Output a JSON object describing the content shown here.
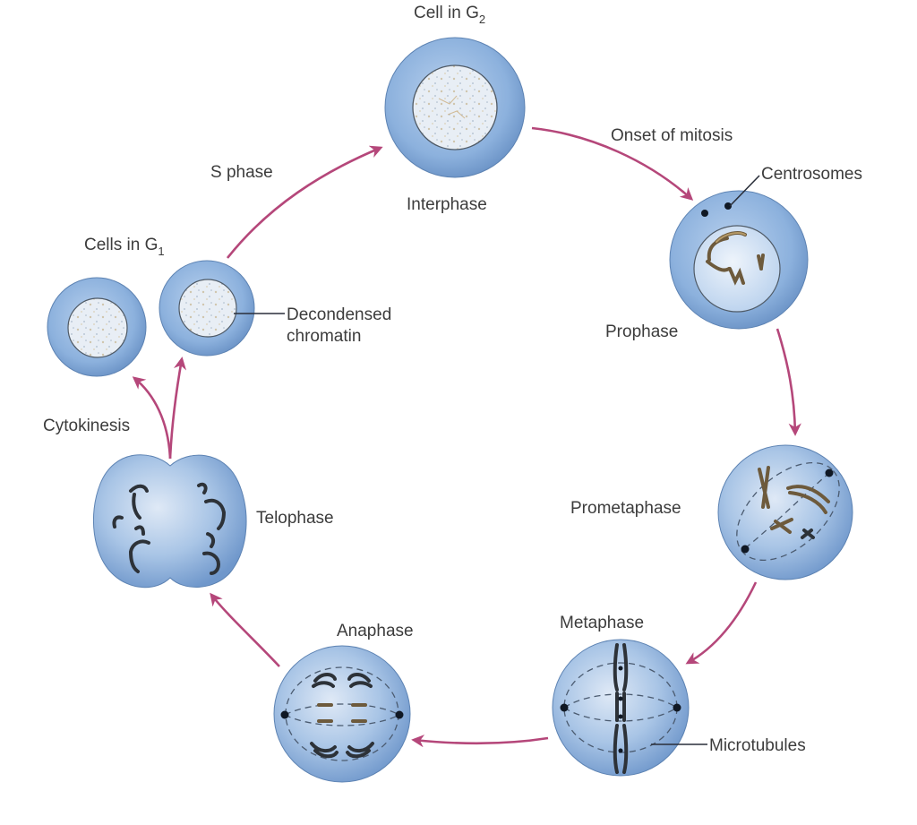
{
  "title": "Cell cycle: interphase and stages of mitosis",
  "colors": {
    "arrow": "#b5477a",
    "cell_fill": "#8fb3de",
    "cell_edge": "#5d83b3",
    "nucleus_fill": "#e4edf6",
    "label_text": "#3c3c3c"
  },
  "stages": [
    {
      "id": "interphase",
      "name": "Interphase",
      "caption_main": "Cell in G",
      "caption_sub": "2"
    },
    {
      "id": "prophase",
      "name": "Prophase"
    },
    {
      "id": "prometaphase",
      "name": "Prometaphase"
    },
    {
      "id": "metaphase",
      "name": "Metaphase"
    },
    {
      "id": "anaphase",
      "name": "Anaphase"
    },
    {
      "id": "telophase",
      "name": "Telophase"
    },
    {
      "id": "g1",
      "name": "Cells in G",
      "name_sub": "1"
    }
  ],
  "transitions": [
    {
      "from": "interphase",
      "to": "prophase",
      "label": "Onset of mitosis"
    },
    {
      "from": "g1",
      "to": "interphase",
      "label": "S phase"
    },
    {
      "from": "telophase",
      "to": "g1",
      "label": "Cytokinesis"
    },
    {
      "from": "prophase",
      "to": "prometaphase",
      "label": ""
    },
    {
      "from": "prometaphase",
      "to": "metaphase",
      "label": ""
    },
    {
      "from": "metaphase",
      "to": "anaphase",
      "label": ""
    },
    {
      "from": "anaphase",
      "to": "telophase",
      "label": ""
    }
  ],
  "callouts": {
    "centrosomes": "Centrosomes",
    "chromatin_line1": "Decondensed",
    "chromatin_line2": "chromatin",
    "microtubules": "Microtubules"
  }
}
